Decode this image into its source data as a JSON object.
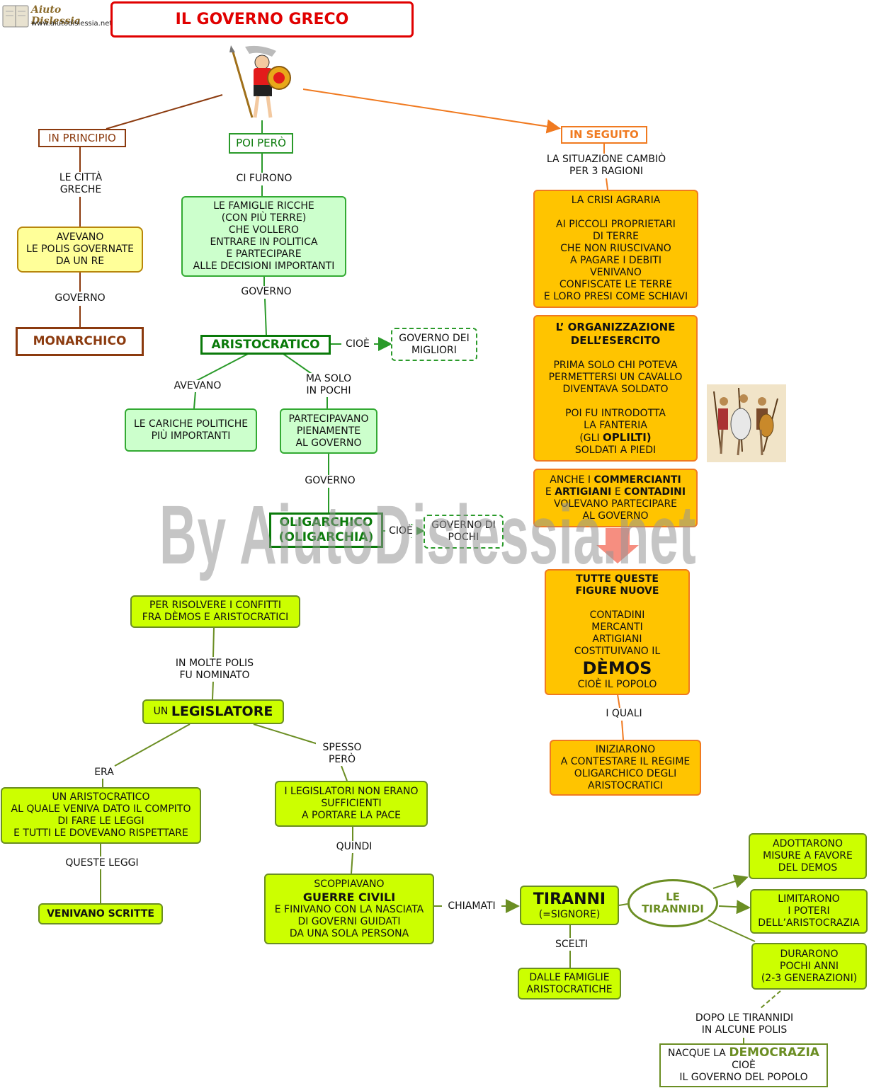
{
  "logo": {
    "name": "Aiuto Dislessia",
    "url": "www.aiutodislessia.net"
  },
  "title": "IL GOVERNO GRECO",
  "watermark": "By AiutoDislessia.net",
  "left": {
    "head": "IN PRINCIPIO",
    "l1": "LE CITTÀ\nGRECHE",
    "box": "AVEVANO\nLE POLIS GOVERNATE\nDA UN RE",
    "l2": "GOVERNO",
    "result": "MONARCHICO"
  },
  "middle": {
    "head": "POI PERÒ",
    "l1": "CI FURONO",
    "box": "LE FAMIGLIE RICCHE\n(CON PIÙ TERRE)\nCHE VOLLERO\nENTRARE IN POLITICA\nE PARTECIPARE\nALLE DECISIONI IMPORTANTI",
    "l2": "GOVERNO",
    "aristo": "ARISTOCRATICO",
    "cioe1": "CIOÈ",
    "migliori": "GOVERNO DEI\nMIGLIORI",
    "avevano": "AVEVANO",
    "cariche": "LE CARICHE POLITICHE\nPIÙ IMPORTANTI",
    "masolo": "MA SOLO\nIN POCHI",
    "partecipavano": "PARTECIPAVANO\nPIENAMENTE\nAL GOVERNO",
    "l3": "GOVERNO",
    "oligarchico": "OLIGARCHICO\n(OLIGARCHIA)",
    "cioe2": "CIOÈ",
    "pochi": "GOVERNO DI\nPOCHI"
  },
  "right": {
    "head": "IN SEGUITO",
    "l1": "LA SITUAZIONE CAMBIÒ\nPER 3 RAGIONI",
    "crisi": "LA CRISI AGRARIA\n\nAI PICCOLI PROPRIETARI\nDI TERRE\nCHE NON RIUSCIVANO\nA PAGARE I DEBITI\nVENIVANO\nCONFISCATE LE TERRE\nE LORO PRESI COME SCHIAVI",
    "org_title": "L’ ORGANIZZAZIONE\nDELL’ESERCITO",
    "org_p1": "PRIMA SOLO CHI POTEVA\nPERMETTERSI UN CAVALLO\nDIVENTAVA SOLDATO",
    "org_p2": "POI FU INTRODOTTA\nLA FANTERIA",
    "org_p3a": "(GLI ",
    "org_p3b": "OPLILTI)",
    "org_p4": "SOLDATI A PIEDI",
    "comm_a": "ANCHE I ",
    "comm_b": "COMMERCIANTI",
    "comm_c": "E ",
    "comm_d": "ARTIGIANI",
    "comm_e": " E ",
    "comm_f": "CONTADINI",
    "comm_g": "VOLEVANO PARTECIPARE\nAL GOVERNO",
    "tutte": "TUTTE QUESTE\nFIGURE NUOVE",
    "tutte_list": "CONTADINI\nMERCANTI\nARTIGIANI\nCOSTITUIVANO IL",
    "demos": "DÈMOS",
    "popolo": "CIOÈ IL POPOLO",
    "quali": "I QUALI",
    "iniziarono": "INIZIARONO\nA CONTESTARE IL REGIME\nOLIGARCHICO DEGLI\nARISTOCRATICI"
  },
  "bottom": {
    "conflitti": "PER RISOLVERE I CONFITTI\nFRA DÈMOS  E ARISTOCRATICI",
    "nominato": "IN MOLTE POLIS\nFU NOMINATO",
    "leg_un": "UN ",
    "leg": "LEGISLATORE",
    "era": "ERA",
    "aristocratico": "UN ARISTOCRATICO\nAL QUALE VENIVA DATO IL COMPITO\nDI FARE LE LEGGI\nE TUTTI LE DOVEVANO RISPETTARE",
    "queste": "QUESTE LEGGI",
    "scritte": "VENIVANO SCRITTE",
    "spesso": "SPESSO\nPERÒ",
    "nonerano": "I LEGISLATORI NON ERANO\nSUFFICIENTI\nA PORTARE LA PACE",
    "quindi": "QUINDI",
    "scopp": "SCOPPIAVANO",
    "guerre": "GUERRE CIVILI",
    "finivano": "E FINIVANO CON LA NASCIATA\nDI GOVERNI GUIDATI\nDA UNA SOLA PERSONA",
    "chiamati": "CHIAMATI",
    "tiranni": "TIRANNI",
    "signore": "(=SIGNORE)",
    "scelti": "SCELTI",
    "famiglie": "DALLE FAMIGLIE\nARISTOCRATICHE",
    "tirannidi": "LE\nTIRANNIDI",
    "adottarono": "ADOTTARONO\nMISURE A FAVORE\nDEL DEMOS",
    "limitarono": "LIMITARONO\nI POTERI\nDELL’ARISTOCRAZIA",
    "durarono": "DURARONO\nPOCHI ANNI\n(2-3 GENERAZIONI)",
    "dopo": "DOPO LE TIRANNIDI\nIN ALCUNE POLIS",
    "nacque": "NACQUE LA ",
    "democrazia": "DEMOCRAZIA",
    "dem_rest": "CIOÈ\nIL GOVERNO DEL POPOLO"
  },
  "colors": {
    "brown": "#8b3a0e",
    "green": "#0a7a0a",
    "orange": "#f07a20",
    "olive": "#6b8e23",
    "red": "#e00000"
  }
}
